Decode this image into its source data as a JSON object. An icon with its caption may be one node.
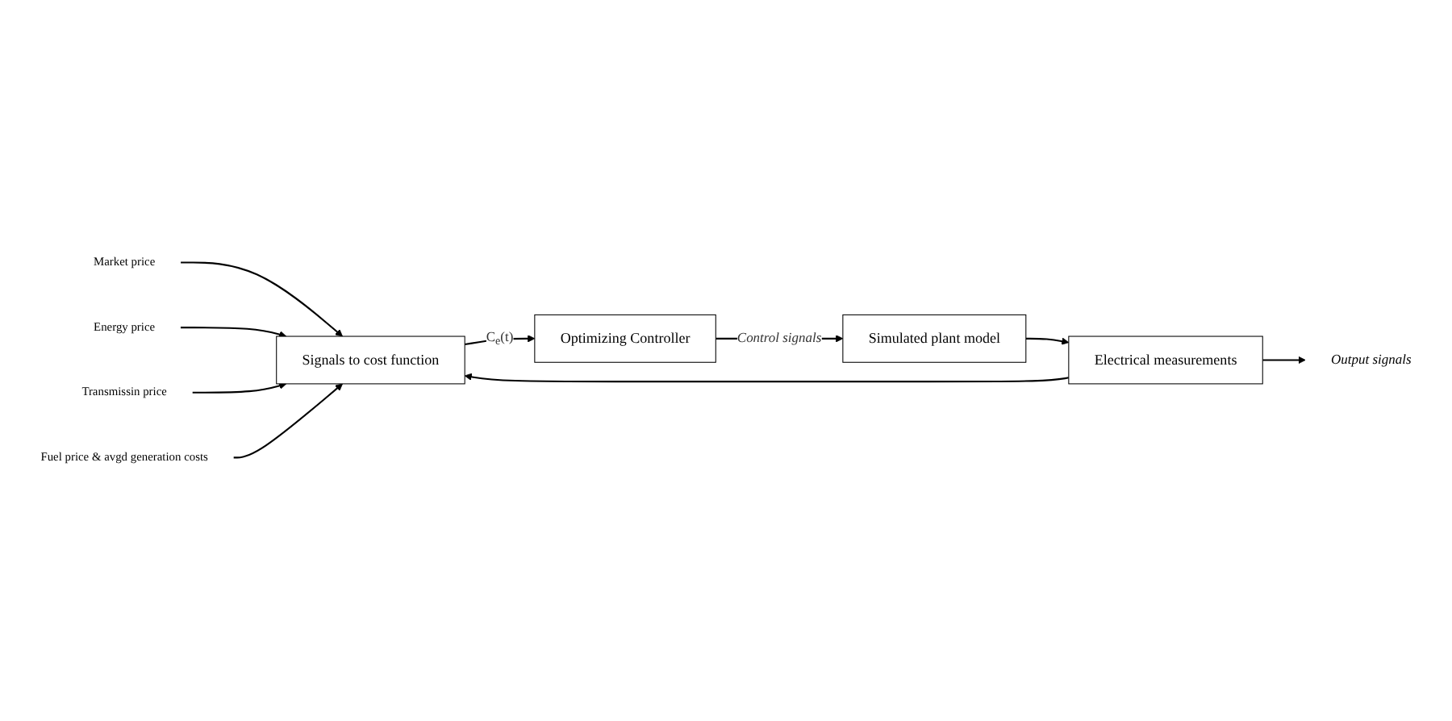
{
  "diagram": {
    "nodes": [
      {
        "text": [
          "Market price"
        ]
      },
      {
        "text": [
          "Energy price"
        ]
      },
      {
        "text": [
          "Transmissin price"
        ]
      },
      {
        "text": [
          "Fuel price & avgd generation costs"
        ]
      },
      {
        "text": [
          "Signals to cost function"
        ]
      },
      {
        "text": [
          "Optimizing Controller"
        ]
      },
      {
        "text": [
          "Simulated plant model"
        ]
      },
      {
        "text": [
          "Electrical measurements"
        ]
      },
      {
        "text": [
          "Output signals"
        ]
      }
    ],
    "edges": [
      {
        "from": 0,
        "to": 4,
        "arrow": "to"
      },
      {
        "from": 1,
        "to": 4,
        "arrow": "to"
      },
      {
        "from": 2,
        "to": 4,
        "arrow": "to"
      },
      {
        "from": 3,
        "to": 4,
        "arrow": "to"
      },
      {
        "from": 4,
        "to": 5,
        "arrow": "to",
        "label": "C$_{e}$(t)"
      },
      {
        "from": 5,
        "to": 6,
        "arrow": "to",
        "label": "Control signals"
      },
      {
        "from": 6,
        "to": 7,
        "arrow": "to"
      },
      {
        "from": 7,
        "to": 8,
        "arrow": "to"
      },
      {
        "from": 7,
        "to": 4,
        "arrow": "to"
      }
    ]
  }
}
